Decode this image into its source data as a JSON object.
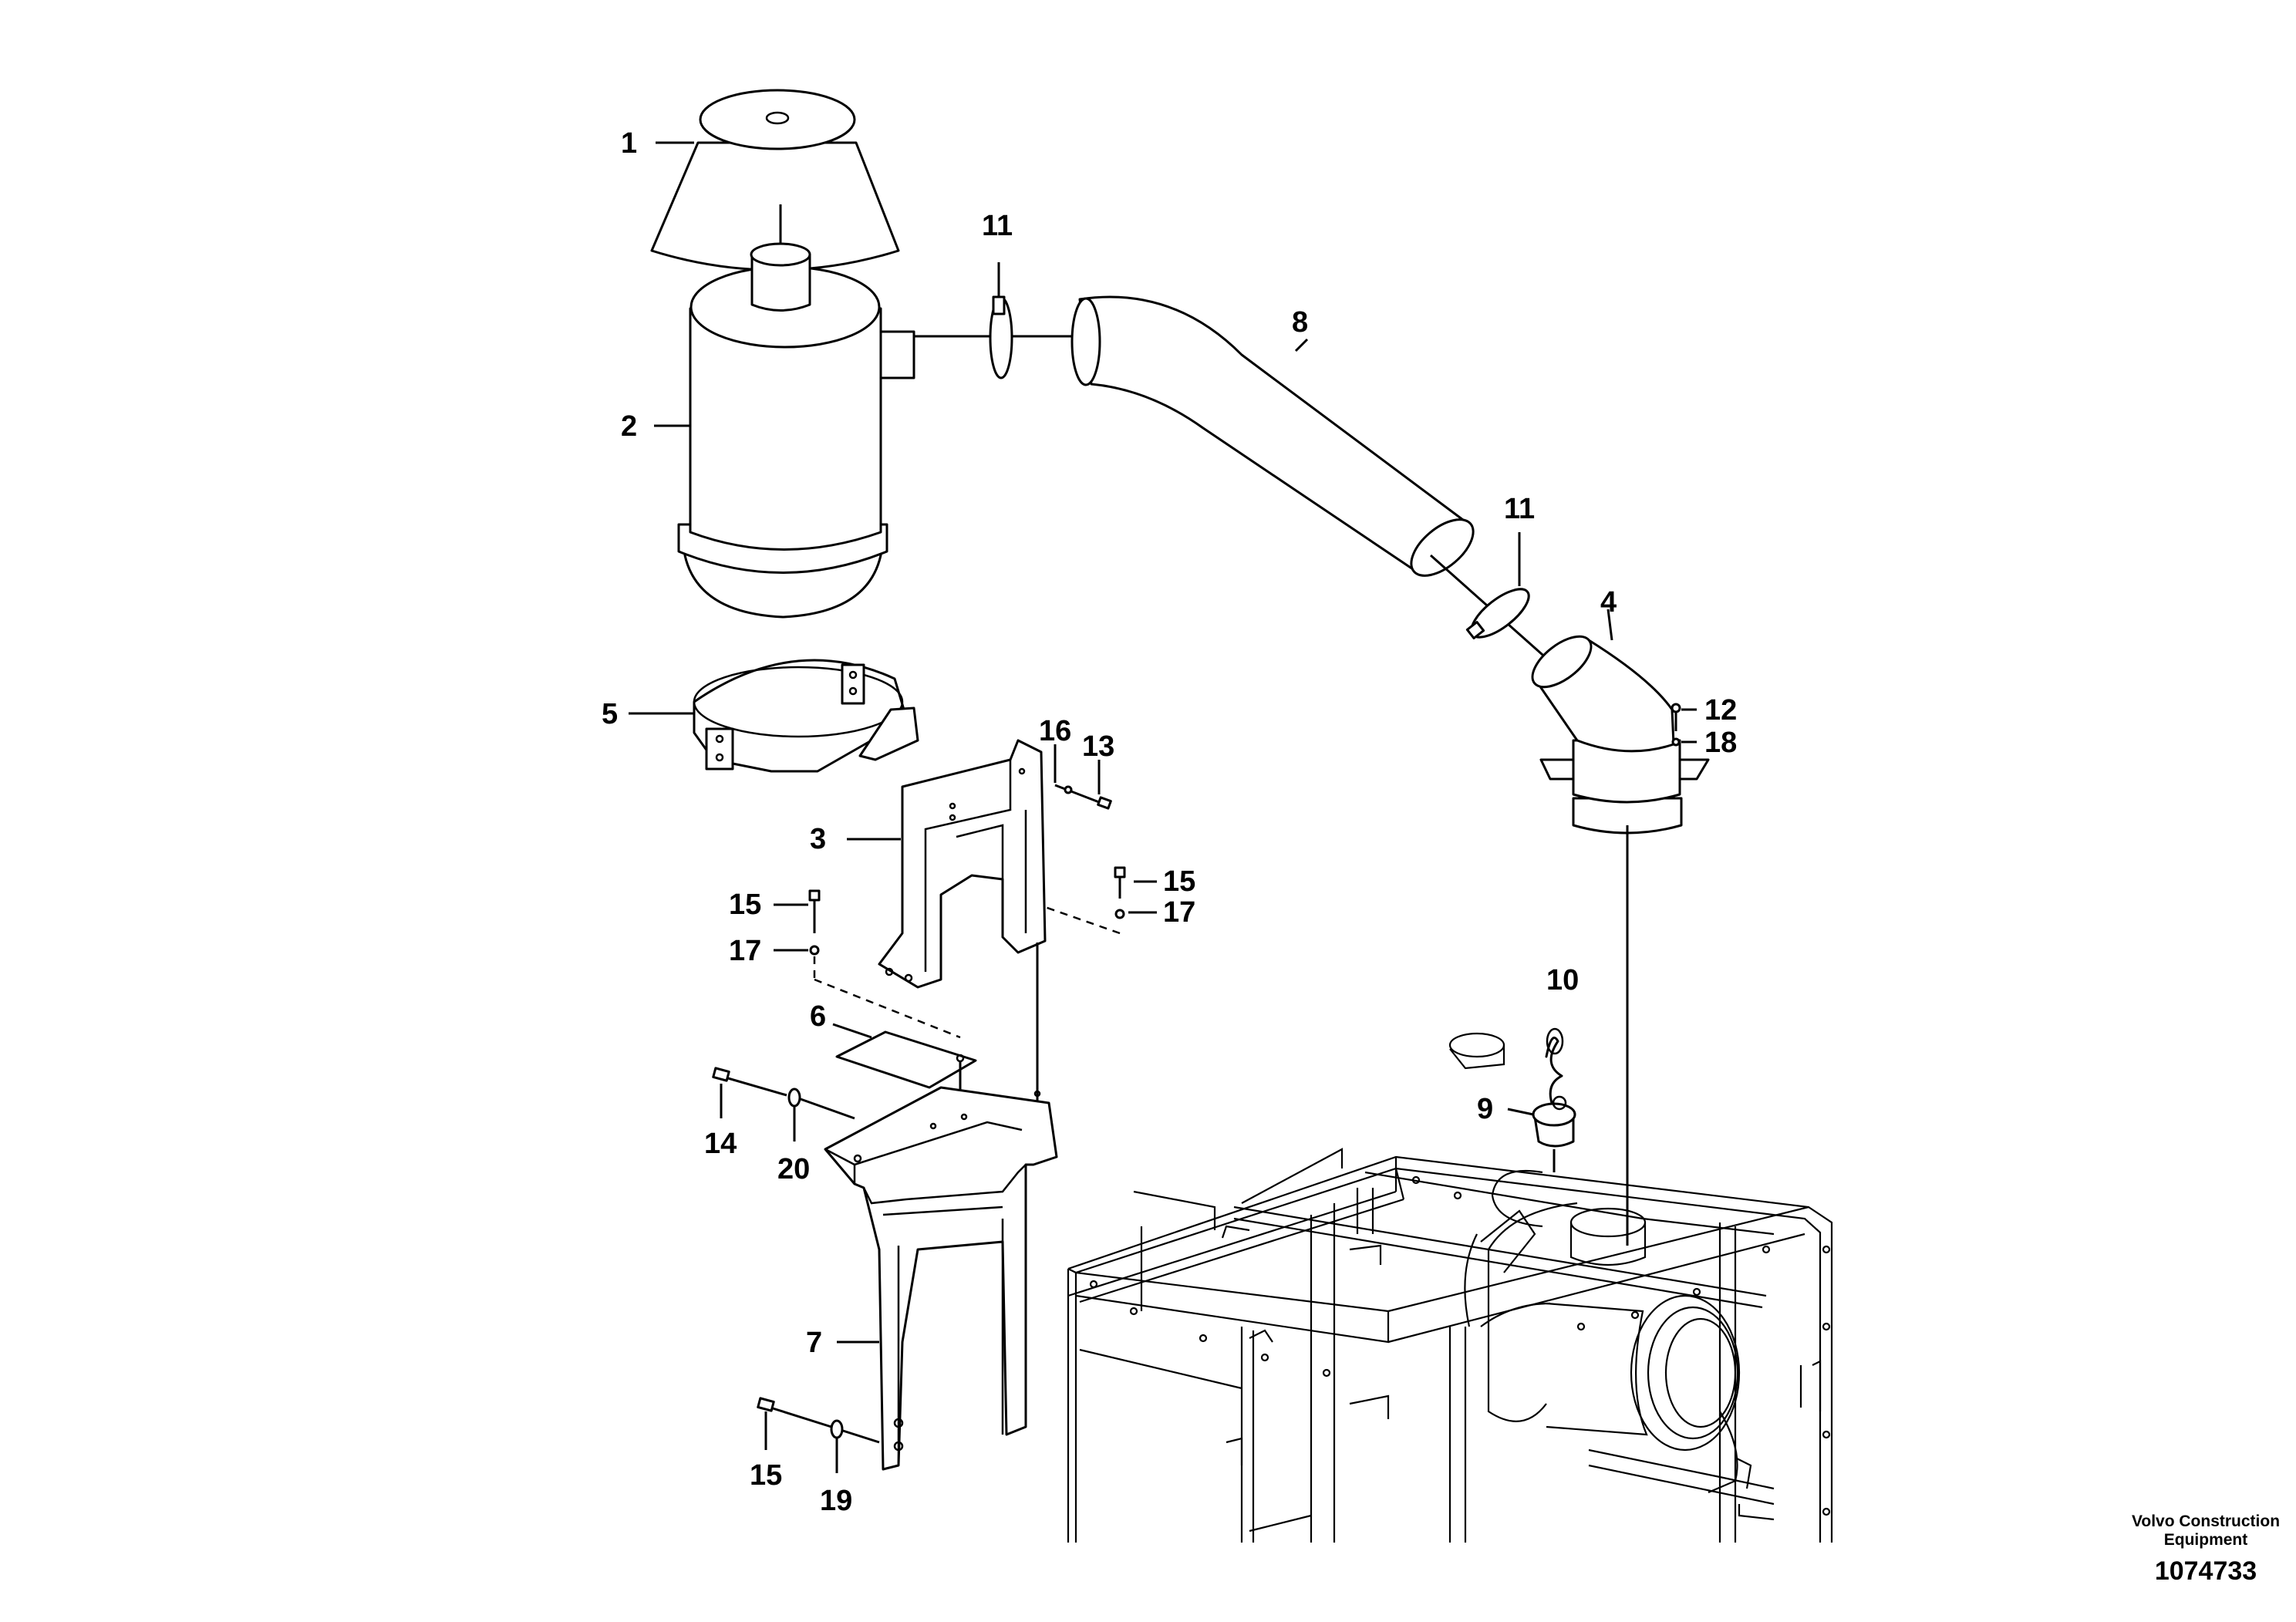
{
  "callouts": {
    "c1": "1",
    "c2": "2",
    "c3": "3",
    "c4": "4",
    "c5": "5",
    "c6": "6",
    "c7": "7",
    "c8": "8",
    "c9": "9",
    "c10": "10",
    "c11a": "11",
    "c11b": "11",
    "c12": "12",
    "c13": "13",
    "c14": "14",
    "c15a": "15",
    "c15b": "15",
    "c15c": "15",
    "c16": "16",
    "c17a": "17",
    "c17b": "17",
    "c18": "18",
    "c19": "19",
    "c20": "20"
  },
  "footer": {
    "brand_line1": "Volvo Construction",
    "brand_line2": "Equipment",
    "doc_number": "1074733"
  }
}
